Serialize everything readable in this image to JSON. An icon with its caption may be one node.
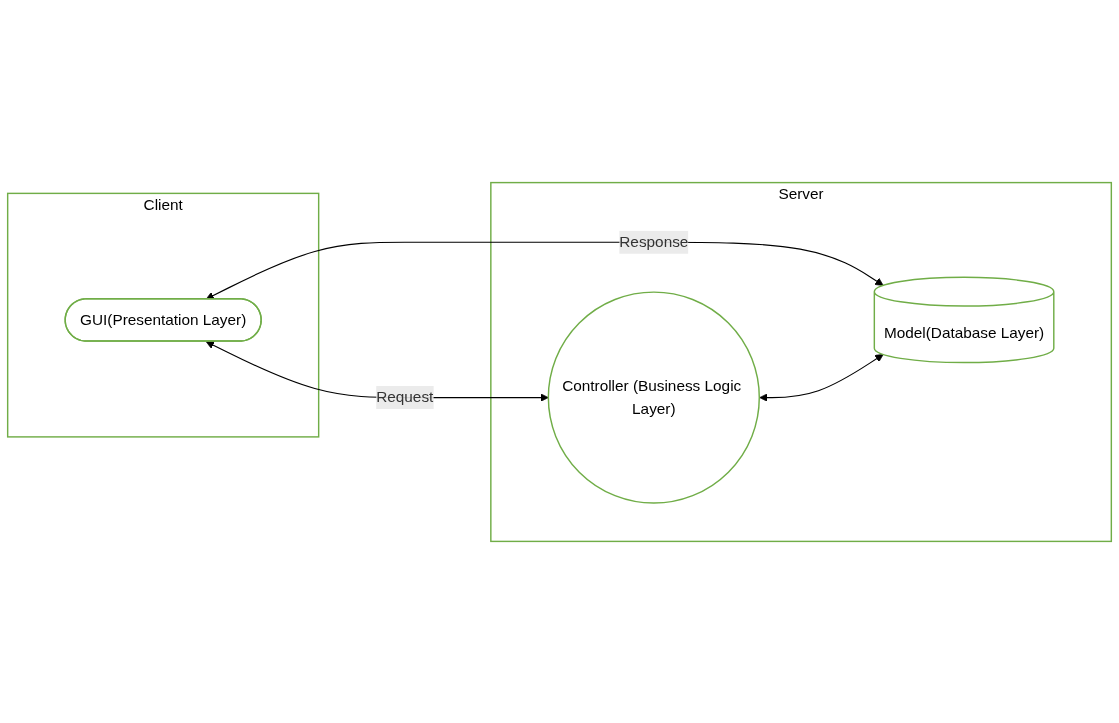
{
  "diagram": {
    "nodes": [
      {
        "text": [
          "Client"
        ]
      },
      {
        "text": [
          "GUI(Presentation Layer)"
        ],
        "in": 0
      },
      {
        "text": [
          "Server"
        ]
      },
      {
        "text": [
          "Controller (Business Logic Layer)"
        ],
        "in": 2
      },
      {
        "text": [
          "Model(Database Layer)"
        ],
        "in": 2
      }
    ],
    "edges": [
      {
        "from": 1,
        "to": 3,
        "arrow": "both",
        "label": "Request"
      },
      {
        "from": 1,
        "to": 4,
        "arrow": "both",
        "label": "Response"
      },
      {
        "from": 3,
        "to": 4,
        "arrow": "both"
      }
    ]
  }
}
